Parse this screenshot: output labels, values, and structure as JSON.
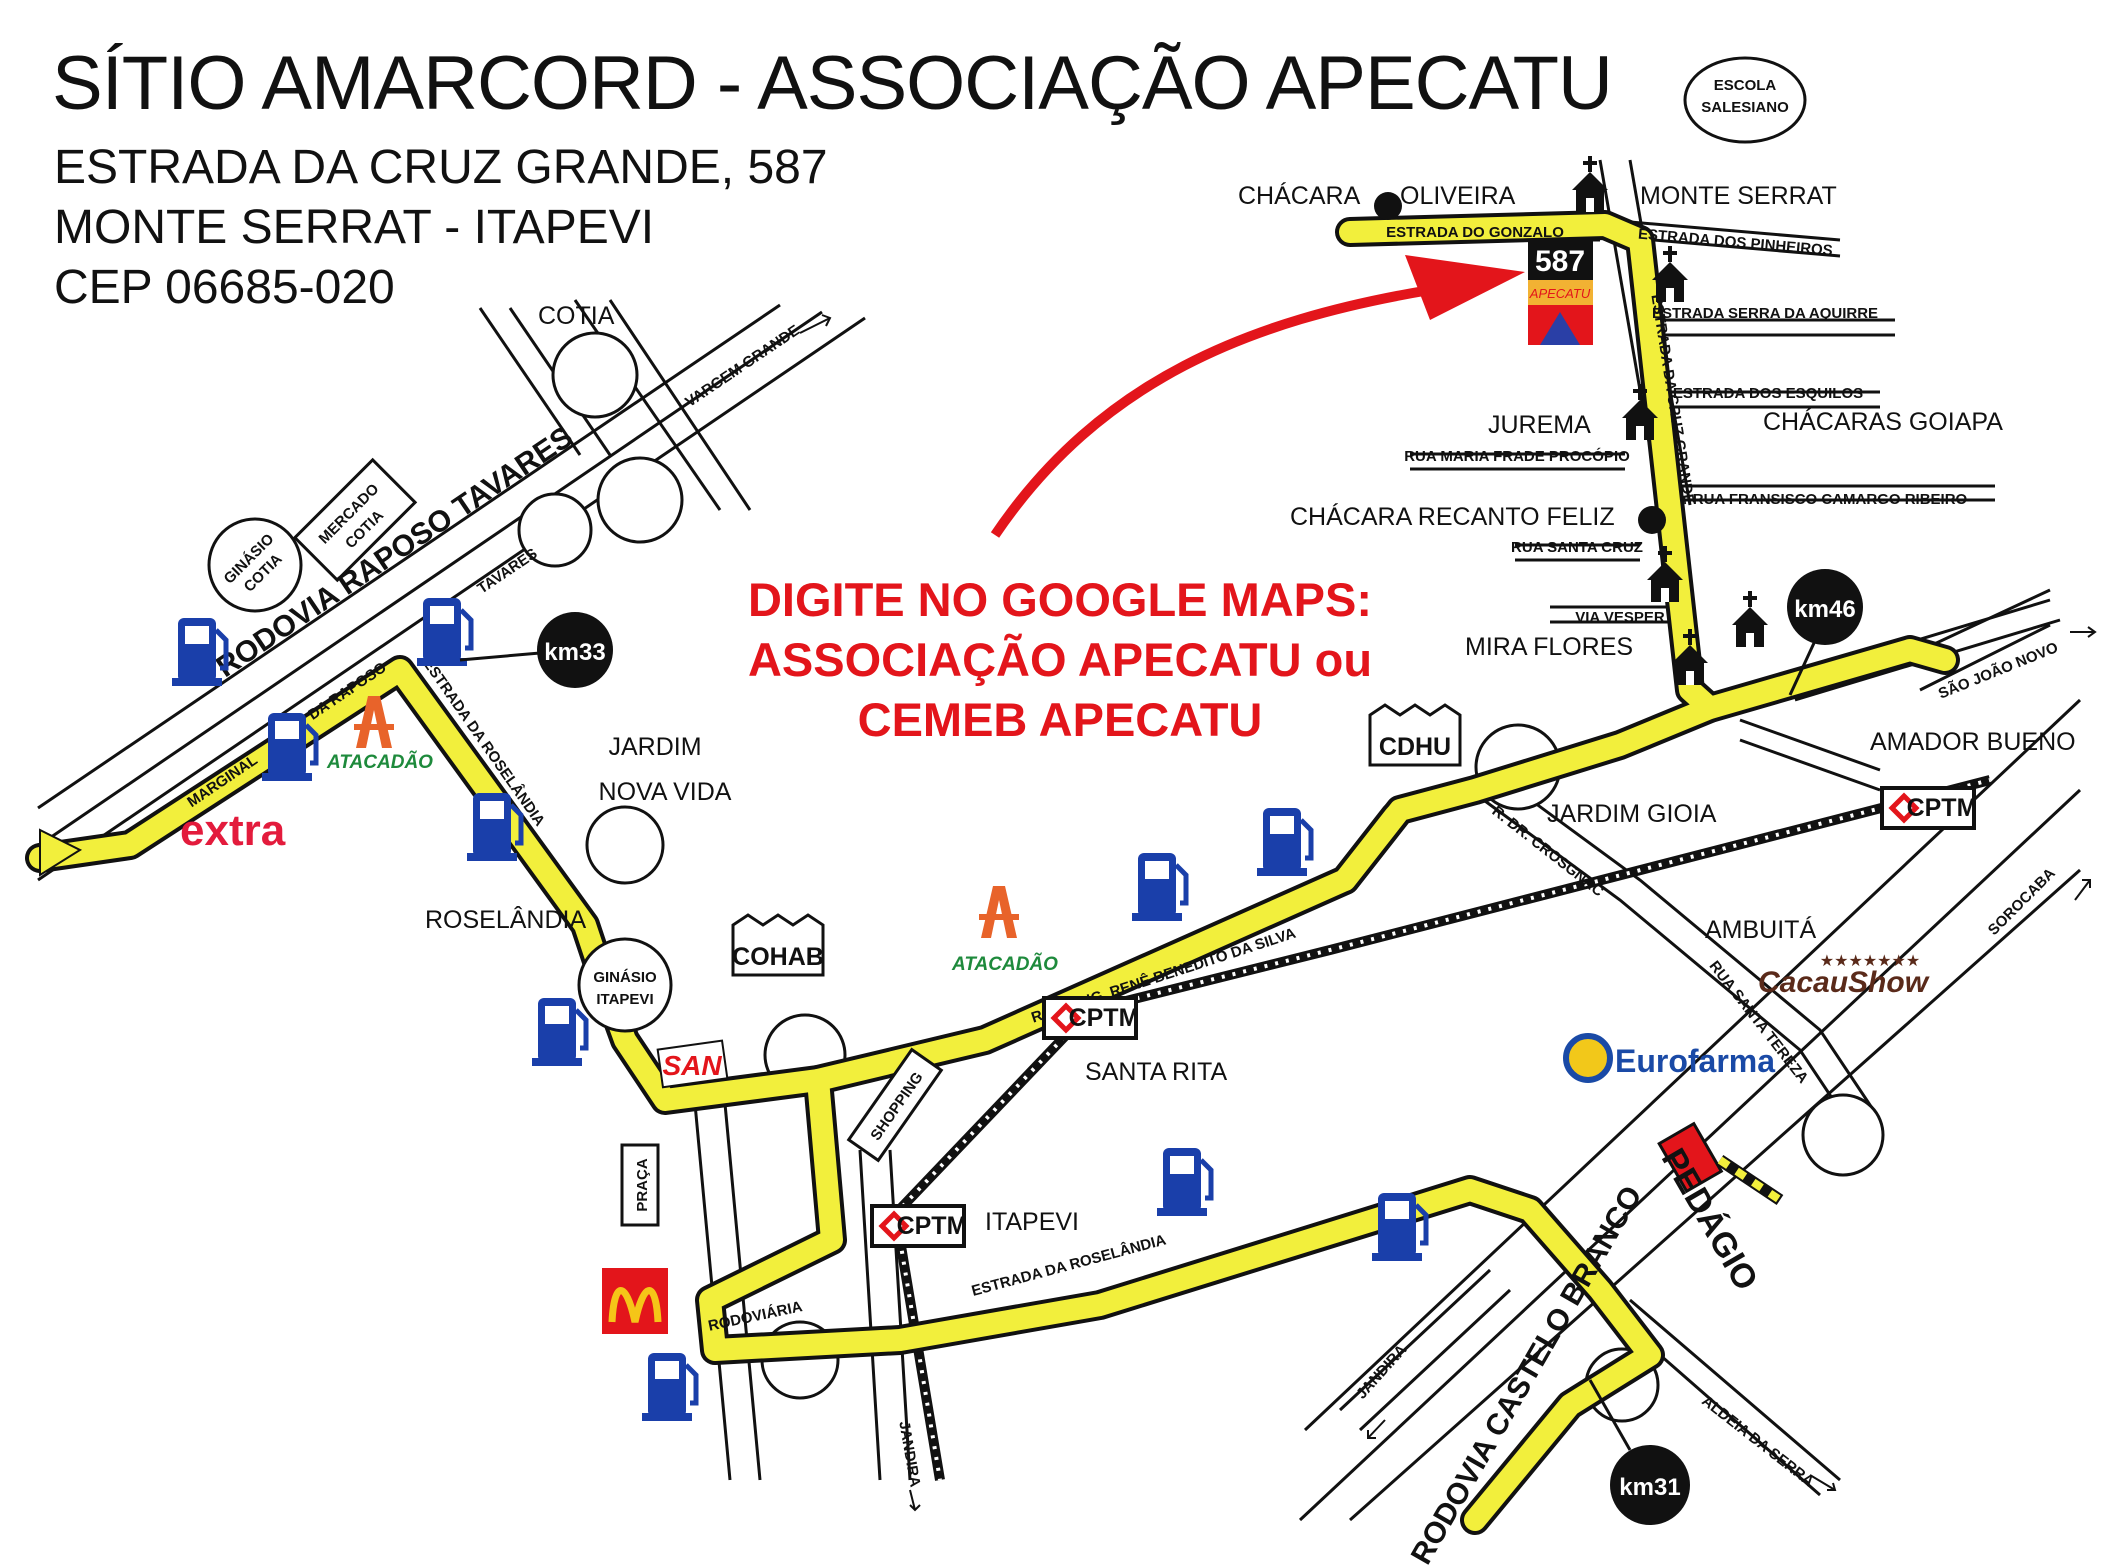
{
  "header": {
    "title": "SÍTIO AMARCORD - ASSOCIAÇÃO APECATU",
    "address_line1": "ESTRADA DA CRUZ GRANDE, 587",
    "address_line2": "MONTE SERRAT - ITAPEVI",
    "address_line3": "CEP 06685-020"
  },
  "instruction": {
    "line1": "DIGITE NO GOOGLE MAPS:",
    "line2": "ASSOCIAÇÃO APECATU ou",
    "line3": "CEMEB APECATU"
  },
  "destination": {
    "number": "587",
    "label": "APECATU"
  },
  "places": {
    "escola_salesiano_1": "ESCOLA",
    "escola_salesiano_2": "SALESIANO",
    "chacara_oliveira_1": "CHÁCARA",
    "chacara_oliveira_2": "OLIVEIRA",
    "monte_serrat": "MONTE SERRAT",
    "jurema": "JUREMA",
    "chacaras_goiapa": "CHÁCARAS GOIAPA",
    "chacara_recanto_feliz": "CHÁCARA RECANTO FELIZ",
    "mira_flores": "MIRA FLORES",
    "cotia": "COTIA",
    "ginasio_cotia_1": "GINÁSIO",
    "ginasio_cotia_2": "COTIA",
    "mercado_cotia_1": "MERCADO",
    "mercado_cotia_2": "COTIA",
    "jardim_nova_vida_1": "JARDIM",
    "jardim_nova_vida_2": "NOVA VIDA",
    "roselandia": "ROSELÂNDIA",
    "ginasio_itapevi_1": "GINÁSIO",
    "ginasio_itapevi_2": "ITAPEVI",
    "cohab": "COHAB",
    "cdhu": "CDHU",
    "jardim_gioia": "JARDIM GIOIA",
    "amador_bueno": "AMADOR BUENO",
    "ambuita": "AMBUITÁ",
    "santa_rita": "SANTA RITA",
    "itapevi": "ITAPEVI",
    "shopping": "SHOPPING",
    "praca": "PRAÇA",
    "rodoviaria": "RODOVIÁRIA",
    "pedagio": "PEDÁGIO"
  },
  "roads": {
    "estrada_do_gonzalo": "ESTRADA DO GONZALO",
    "estrada_dos_pinheiros": "ESTRADA DOS PINHEIROS",
    "estrada_serra_da_aquirre": "ESTRADA SERRA DA AQUIRRE",
    "estrada_dos_esquilos": "ESTRADA DOS ESQUILOS",
    "rua_maria_frade_procopio": "RUA MARIA FRADE PROCÓPIO",
    "rua_fransisco_camargo_ribeiro": "RUA FRANSISCO CAMARGO RIBEIRO",
    "rua_santa_cruz": "RUA SANTA CRUZ",
    "via_vesper": "VIA VESPER",
    "estrada_da_cruz_grande": "ESTRADA DA CRUZ GRANDE",
    "sao_joao_novo": "SÃO JOÃO NOVO",
    "rodovia_raposo_tavares": "RODOVIA RAPOSO TAVARES",
    "vargem_grande": "VARGEM GRANDE",
    "tavares": "TAVARES",
    "da_raposo": "DA RAPOSO",
    "marginal": "MARGINAL",
    "estrada_da_roselandia": "ESTRADA DA ROSELÂNDIA",
    "rod_eng_rene": "ROD. ENG. RENÊ BENEDITO DA SILVA",
    "r_dr_crosgnac": "R. DR. CROSGNAC",
    "rua_santa_tereza": "RUA SANTA TEREZA",
    "sorocaba": "SOROCABA",
    "janaira": "JANDIRA",
    "rodovia_castelo_branco": "RODOVIA CASTELO BRANCO",
    "aldeia_da_serra": "ALDEIA DA SERRA"
  },
  "kms": {
    "km33": "km33",
    "km46": "km46",
    "km31": "km31"
  },
  "brands": {
    "extra": "extra",
    "atacadao": "ATACADÃO",
    "san": "SAN",
    "cptm": "CPTM",
    "eurofarma": "Eurofarma",
    "cacau_show": "CacauShow"
  },
  "colors": {
    "route": "#f2ef3c",
    "arrow": "#e3151b",
    "fuel": "#1a3faa",
    "km_marker": "#111111",
    "extra": "#e31b3c",
    "atacadao_orange": "#e8632a",
    "atacadao_green": "#1e8a3c",
    "eurofarma_blue": "#1a4aa6",
    "cacau_brown": "#5a2a1a",
    "pedagio_red": "#e3151b"
  },
  "icons": [
    "church-icon",
    "fuel-pump-icon",
    "place-dot-icon",
    "toll-barrier-icon",
    "mcdonalds-logo",
    "railway-track",
    "direction-arrow-icon"
  ]
}
